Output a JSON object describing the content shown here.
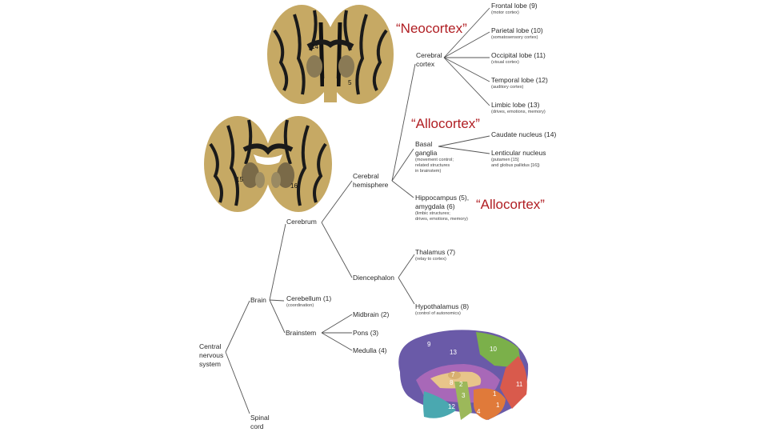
{
  "nodes": {
    "cns": "Central nervous system",
    "cns_line1": "Central",
    "cns_line2": "nervous",
    "cns_line3": "system",
    "brain": "Brain",
    "spinal_line1": "Spinal",
    "spinal_line2": "cord",
    "cerebrum": "Cerebrum",
    "cerebellum": "Cerebellum  (1)",
    "cerebellum_sub": "(coordination)",
    "brainstem": "Brainstem",
    "midbrain": "Midbrain (2)",
    "pons": "Pons (3)",
    "medulla": "Medulla (4)",
    "cerebral_hemisphere_line1": "Cerebral",
    "cerebral_hemisphere_line2": "hemisphere",
    "diencephalon": "Diencephalon",
    "thalamus": "Thalamus (7)",
    "thalamus_sub": "(relay to cortex)",
    "hypothalamus": "Hypothalamus (8)",
    "hypothalamus_sub": "(control of autonomics)",
    "cerebral_cortex_line1": "Cerebral",
    "cerebral_cortex_line2": "cortex",
    "basal_line1": "Basal",
    "basal_line2": "ganglia",
    "basal_sub1": "(movement control;",
    "basal_sub2": "related structures",
    "basal_sub3": "in brainstem)",
    "hippo_line1": "Hippocampus (5),",
    "hippo_line2": "amygdala (6)",
    "hippo_sub1": "(limbic structures;",
    "hippo_sub2": "drives, emotions, memory)",
    "frontal": "Frontal lobe (9)",
    "frontal_sub": "(motor cortex)",
    "parietal": "Parietal lobe (10)",
    "parietal_sub": "(somatosensory cortex)",
    "occipital": "Occipital lobe (11)",
    "occipital_sub": "(visual cortex)",
    "temporal": "Temporal lobe (12)",
    "temporal_sub": "(auditory cortex)",
    "limbic": "Limbic lobe (13)",
    "limbic_sub": "(drives, emotions, memory)",
    "caudate": "Caudate nucleus (14)",
    "lenticular": "Lenticular nucleus",
    "lenticular_sub1": "(putamen [15]",
    "lenticular_sub2": "and globus pallidus [16])"
  },
  "annotations": {
    "neocortex": "“Neocortex”",
    "allocortex_1": "“Allocortex”",
    "allocortex_2": "“Allocortex”"
  },
  "brain_section_labels": [
    "14",
    "5",
    "15",
    "16"
  ],
  "brain_region_numbers": [
    "9",
    "13",
    "10",
    "7",
    "8",
    "2",
    "3",
    "1",
    "1",
    "4",
    "12",
    "11"
  ],
  "colors": {
    "annotation_red": "#b01e23",
    "frontal": "#6a5aa8",
    "parietal": "#7bb04a",
    "occipital": "#d95a4c",
    "temporal": "#e8a03c",
    "limbic": "#a868b8",
    "cerebellum": "#e07a3a",
    "brainstem": "#9cb85a",
    "white_matter": "#d9c07a",
    "gray_matter": "#1a1a1a"
  }
}
